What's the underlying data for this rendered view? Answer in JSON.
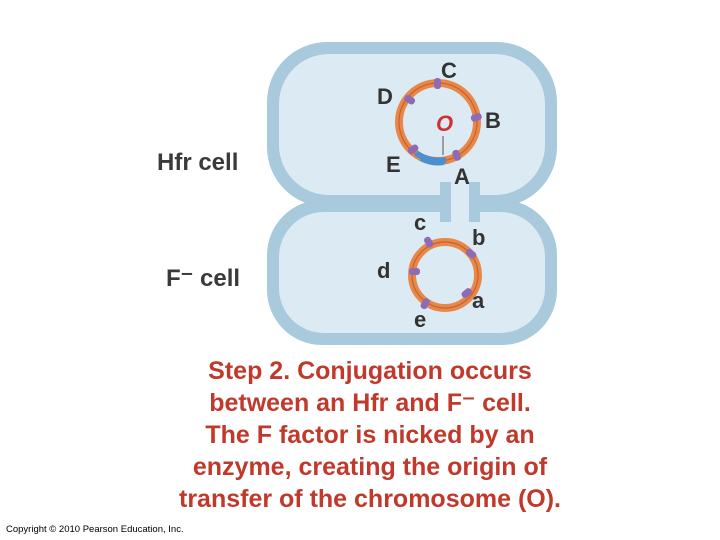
{
  "labels": {
    "hfr_cell": "Hfr cell",
    "f_minus_cell": "F⁻ cell"
  },
  "hfr_genes": [
    "A",
    "B",
    "C",
    "D",
    "E"
  ],
  "hfr_origin": "O",
  "f_minus_genes": [
    "a",
    "b",
    "c",
    "d",
    "e"
  ],
  "caption": {
    "line1": "Step 2. Conjugation occurs",
    "line2": "between an Hfr and F⁻ cell.",
    "line3": "The F factor is nicked by an",
    "line4": "enzyme, creating the origin of",
    "line5": "transfer of the chromosome (O)."
  },
  "copyright": "Copyright © 2010 Pearson Education, Inc.",
  "colors": {
    "cell_wall": "#a9c9dc",
    "cytoplasm": "#dcebf3",
    "chromosome": "#e8874a",
    "gene_marker": "#8e6bb5",
    "origin_blue": "#4a8fd0",
    "caption_red": "#c0392b",
    "origin_label": "#d32f2f"
  }
}
